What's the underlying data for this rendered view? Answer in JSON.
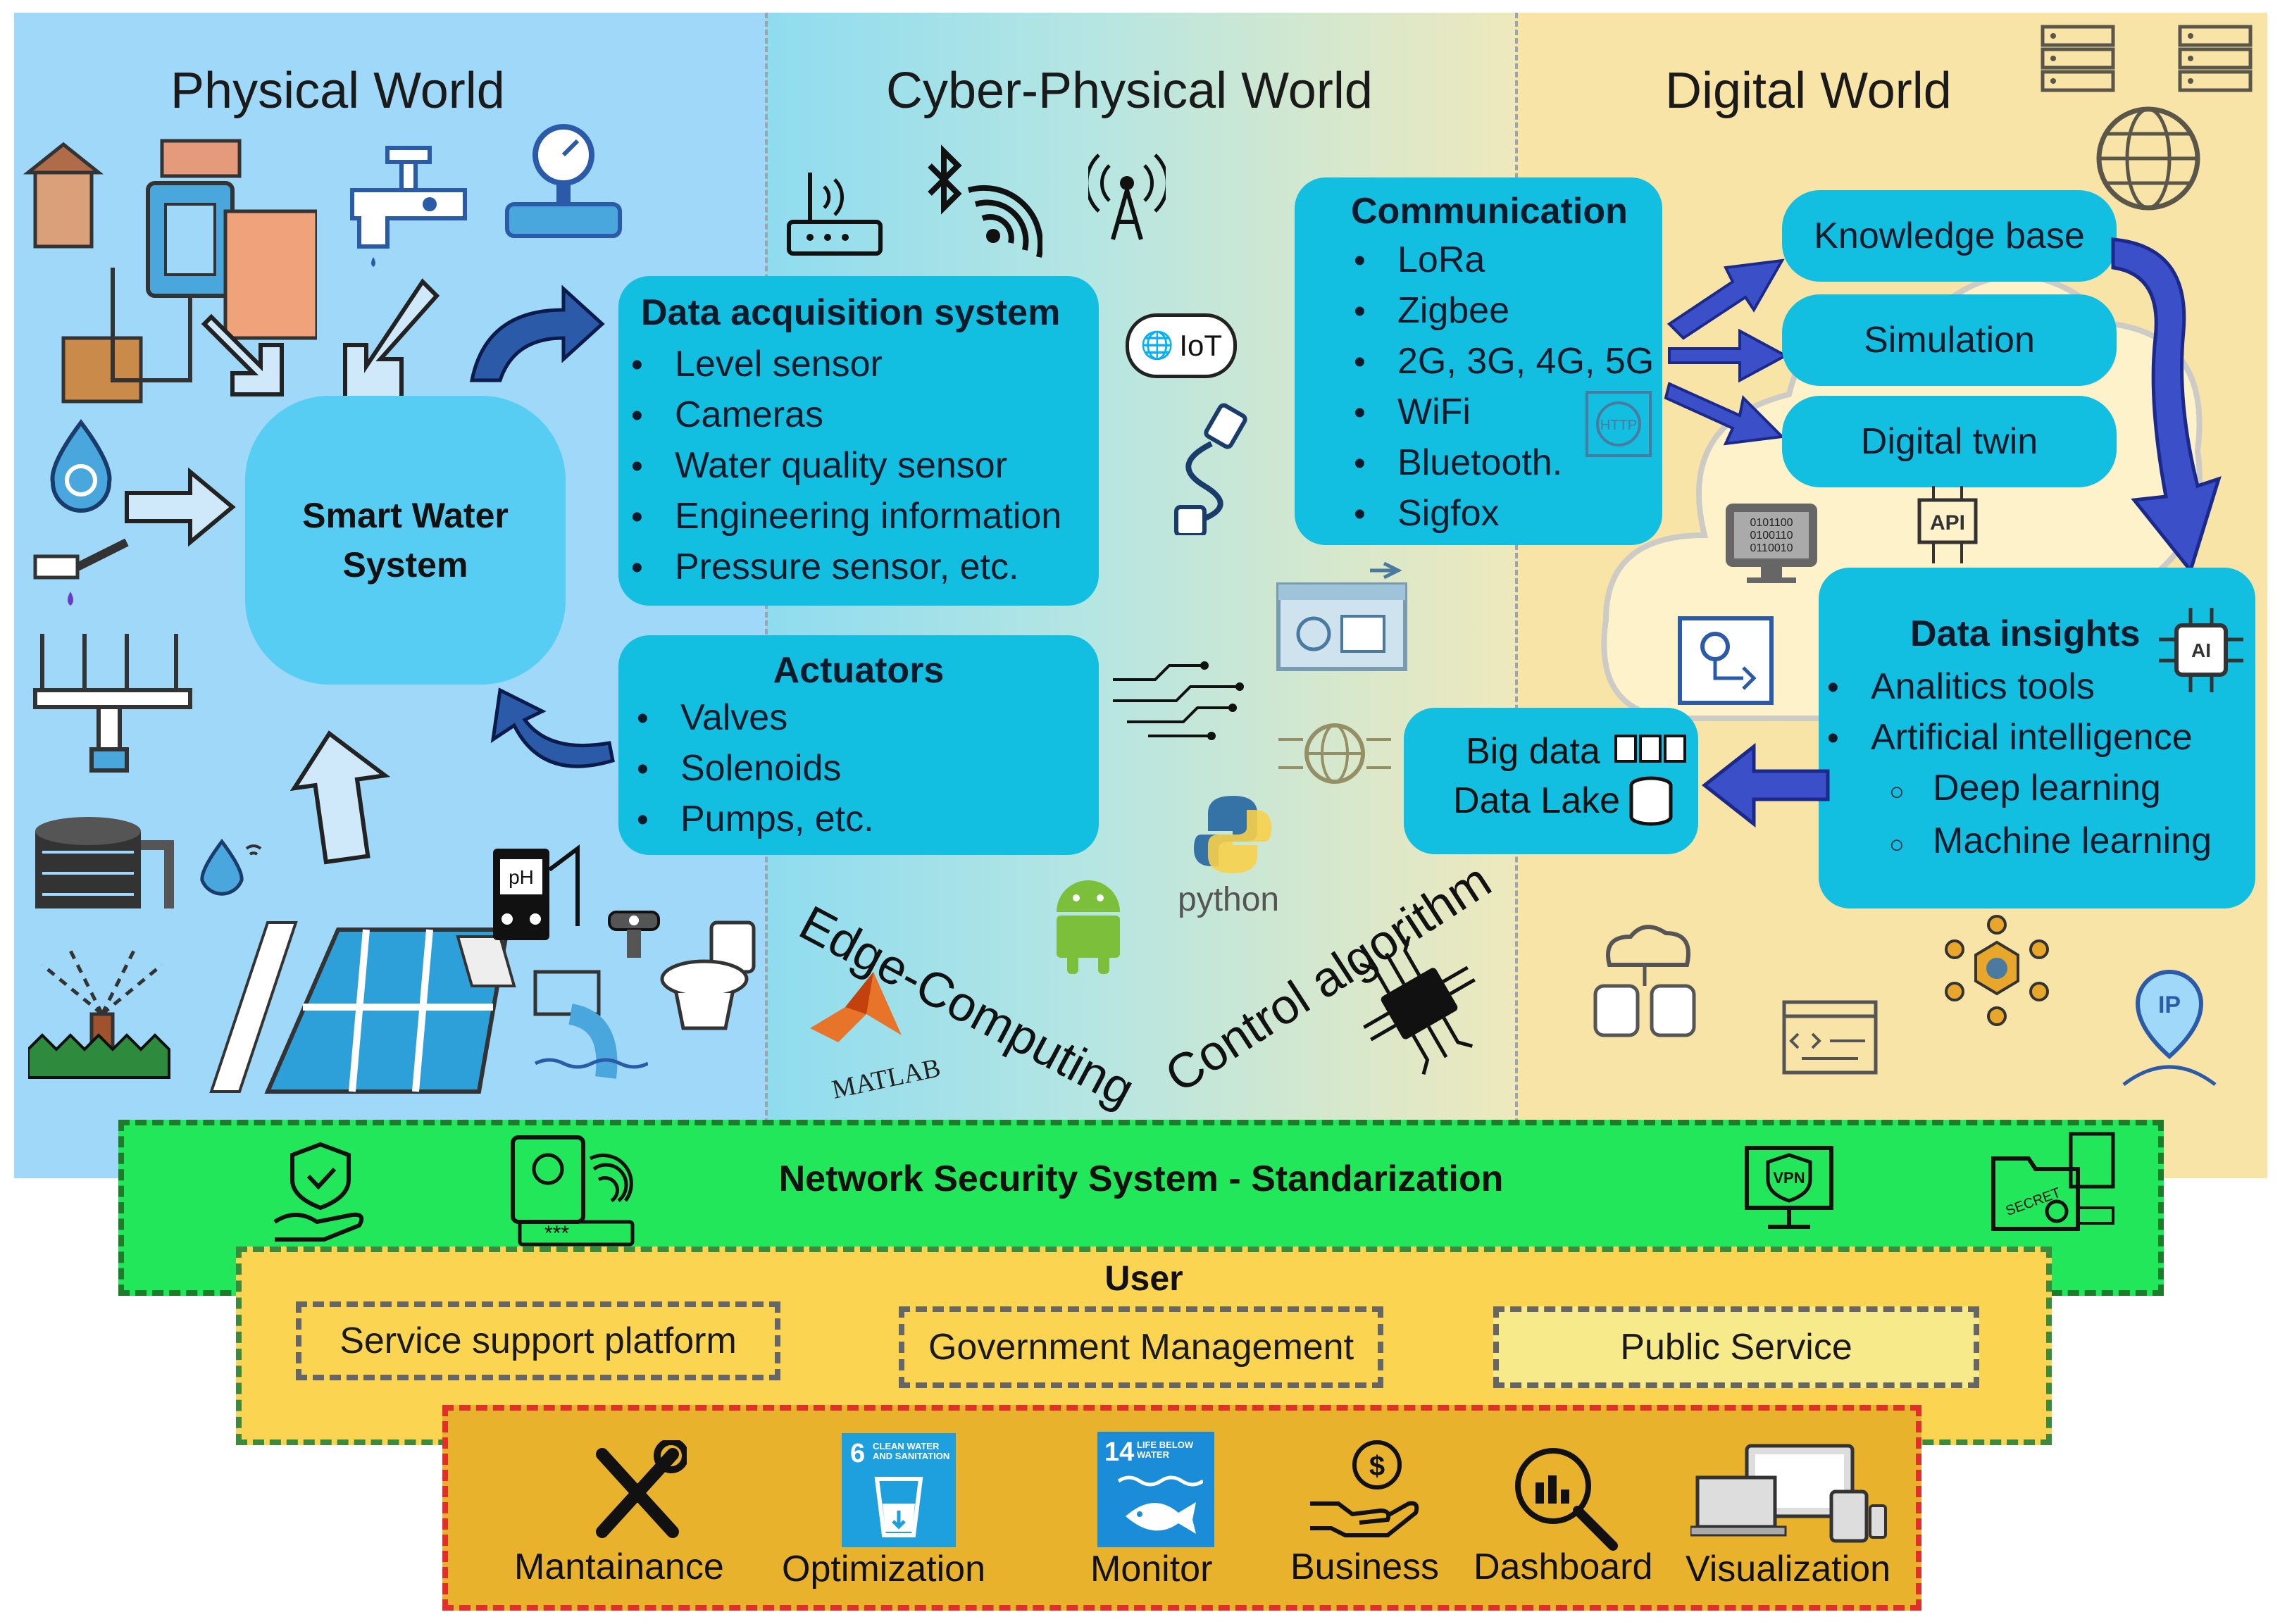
{
  "zones": {
    "physical": "Physical World",
    "cyber": "Cyber-Physical World",
    "digital": "Digital World"
  },
  "smart_water_system": "Smart Water System",
  "data_acquisition": {
    "title": "Data acquisition system",
    "items": [
      "Level sensor",
      "Cameras",
      "Water quality sensor",
      "Engineering information",
      "Pressure sensor, etc."
    ]
  },
  "actuators": {
    "title": "Actuators",
    "items": [
      "Valves",
      "Solenoids",
      "Pumps, etc."
    ]
  },
  "communication": {
    "title": "Communication",
    "items": [
      "LoRa",
      "Zigbee",
      "2G, 3G, 4G, 5G",
      "WiFi",
      "Bluetooth.",
      "Sigfox"
    ]
  },
  "digital_pills": [
    "Knowledge base",
    "Simulation",
    "Digital twin"
  ],
  "data_insights": {
    "title": "Data insights",
    "items": [
      "Analitics tools",
      "Artificial intelligence"
    ],
    "subitems": [
      "Deep learning",
      "Machine learning"
    ]
  },
  "big_data": [
    "Big data",
    "Data Lake"
  ],
  "cyber_labels": {
    "edge": "Edge-Computing",
    "control": "Control algorithm",
    "iot": "IoT",
    "python": "python",
    "matlab": "MATLAB",
    "api": "API",
    "ip": "IP",
    "ai": "AI",
    "http": "HTTP",
    "binary": [
      "0101100",
      "0100110",
      "0110010"
    ],
    "ph": "pH",
    "vpn": "VPN",
    "secret": "SECRET"
  },
  "security": {
    "title": "Network Security System - Standarization"
  },
  "user": {
    "title": "User",
    "boxes": [
      "Service support platform",
      "Government Management",
      "Public Service"
    ]
  },
  "outcomes": [
    "Mantainance",
    "Optimization",
    "Monitor",
    "Business",
    "Dashboard",
    "Visualization"
  ],
  "sdg": {
    "goal6": {
      "number": "6",
      "text": "CLEAN WATER AND SANITATION"
    },
    "goal14": {
      "number": "14",
      "text": "LIFE BELOW WATER"
    }
  },
  "colors": {
    "physical_bg": "#9fd8f8",
    "digital_bg": "#f8e4a6",
    "cyan_box": "#12bfe0",
    "security_green": "#23e75a",
    "user_yellow": "#fbd552",
    "outcome_gold": "#e8b22c",
    "arrow_blue": "#3b4fc9",
    "sdg_blue": "#1fa0de"
  }
}
